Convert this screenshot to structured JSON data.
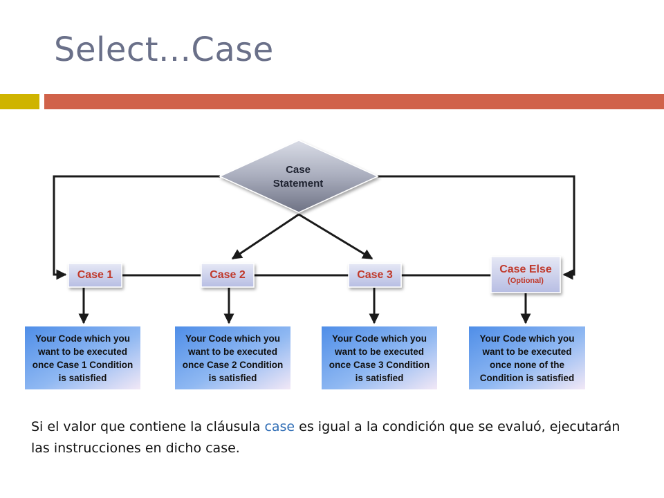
{
  "slide": {
    "title": "Select...Case",
    "caption": {
      "before": "Si el valor que contiene la cláusula ",
      "keyword": "case",
      "after": " es igual a la condición que se evaluó, ejecutarán las instrucciones en dicho case."
    }
  },
  "diagram": {
    "decision": {
      "line1": "Case",
      "line2": "Statement"
    },
    "cases": [
      {
        "label": "Case 1",
        "sub": ""
      },
      {
        "label": "Case 2",
        "sub": ""
      },
      {
        "label": "Case 3",
        "sub": ""
      },
      {
        "label": "Case Else",
        "sub": "(Optional)"
      }
    ],
    "code_blocks": [
      "Your Code which you want to be executed once Case 1 Condition is satisfied",
      "Your Code which you want to be executed once Case 2 Condition is satisfied",
      "Your Code which you want to be executed once Case 3 Condition is satisfied",
      "Your Code which you want to be executed once none of the Condition is satisfied"
    ]
  },
  "colors": {
    "title": "#6a7089",
    "accent_gold": "#cfb400",
    "accent_red": "#d0624a",
    "case_text": "#c0392b",
    "keyword": "#2f6db5"
  }
}
